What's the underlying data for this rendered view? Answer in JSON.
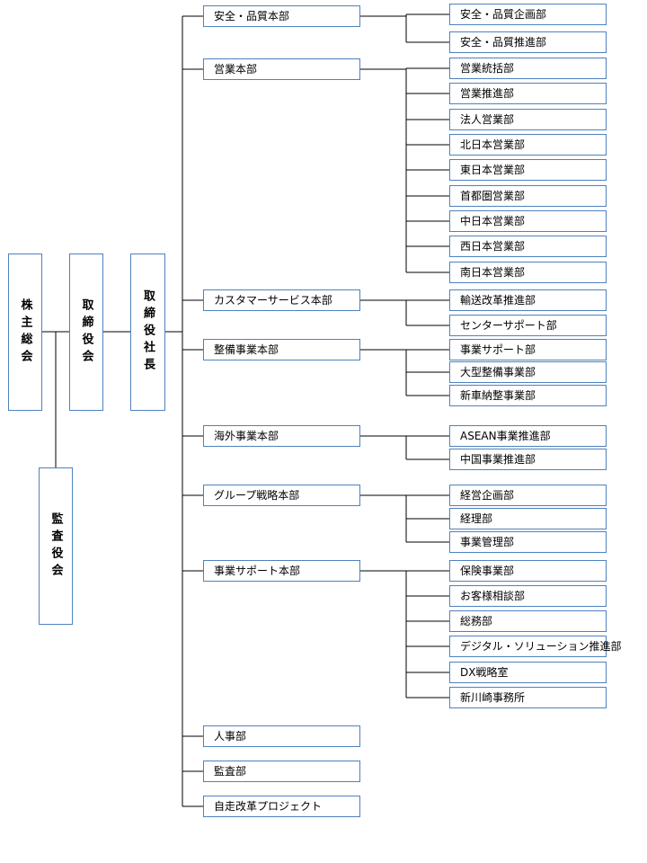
{
  "colors": {
    "box_border": "#4f81bd",
    "connector": "#000000"
  },
  "governance": {
    "shareholders": "株主総会",
    "board": "取締役会",
    "president": "取締役社長",
    "auditors": "監査役会"
  },
  "divisions": [
    {
      "name": "安全・品質本部",
      "departments": [
        "安全・品質企画部",
        "安全・品質推進部"
      ]
    },
    {
      "name": "営業本部",
      "departments": [
        "営業統括部",
        "営業推進部",
        "法人営業部",
        "北日本営業部",
        "東日本営業部",
        "首都圏営業部",
        "中日本営業部",
        "西日本営業部",
        "南日本営業部"
      ]
    },
    {
      "name": "カスタマーサービス本部",
      "departments": [
        "輸送改革推進部",
        "センターサポート部"
      ]
    },
    {
      "name": "整備事業本部",
      "departments": [
        "事業サポート部",
        "大型整備事業部",
        "新車納整事業部"
      ]
    },
    {
      "name": "海外事業本部",
      "departments": [
        "ASEAN事業推進部",
        "中国事業推進部"
      ]
    },
    {
      "name": "グループ戦略本部",
      "departments": [
        "経営企画部",
        "経理部",
        "事業管理部"
      ]
    },
    {
      "name": "事業サポート本部",
      "departments": [
        "保険事業部",
        "お客様相談部",
        "総務部",
        "デジタル・ソリューション推進部",
        "DX戦略室",
        "新川崎事務所"
      ]
    },
    {
      "name": "人事部",
      "departments": []
    },
    {
      "name": "監査部",
      "departments": []
    },
    {
      "name": "自走改革プロジェクト",
      "departments": []
    }
  ]
}
